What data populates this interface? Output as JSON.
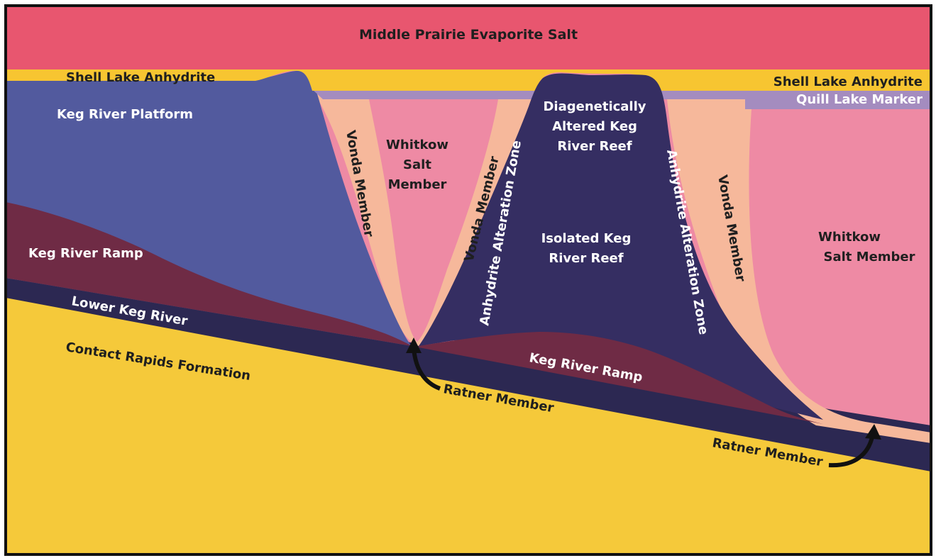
{
  "labels": {
    "middle_prairie": "Middle Prairie Evaporite Salt",
    "shell_lake_left": "Shell Lake Anhydrite",
    "shell_lake_right": "Shell Lake Anhydrite",
    "quill_lake": "Quill Lake Marker",
    "keg_platform": "Keg River Platform",
    "keg_ramp_left": "Keg River Ramp",
    "lower_keg": "Lower Keg River",
    "contact_rapids": "Contact Rapids Formation",
    "vonda_1": "Vonda Member",
    "whitkow_left_1": "Whitkow",
    "whitkow_left_2": "Salt",
    "whitkow_left_3": "Member",
    "vonda_2": "Vonda Member",
    "anhydrite_zone_left": "Anhydrite Alteration Zone",
    "diag_1": "Diagenetically",
    "diag_2": "Altered Keg",
    "diag_3": "River Reef",
    "isolated_1": "Isolated Keg",
    "isolated_2": "River Reef",
    "anhydrite_zone_right": "Anhydrite Alteration Zone",
    "vonda_3": "Vonda Member",
    "whitkow_right_1": "Whitkow",
    "whitkow_right_2": "Salt Member",
    "keg_ramp_center": "Keg River Ramp",
    "ratner_center": "Ratner Member",
    "ratner_right": "Ratner Member"
  },
  "colors": {
    "salt_top": "#e8566f",
    "anhydrite": "#f7c531",
    "quill": "#a48cbf",
    "whitkow": "#ee8aa4",
    "vonda": "#f6b89b",
    "platform": "#525a9e",
    "reef": "#352e62",
    "ramp": "#6f2b45",
    "lower_keg": "#2c2852",
    "contact": "#f5c93a"
  }
}
